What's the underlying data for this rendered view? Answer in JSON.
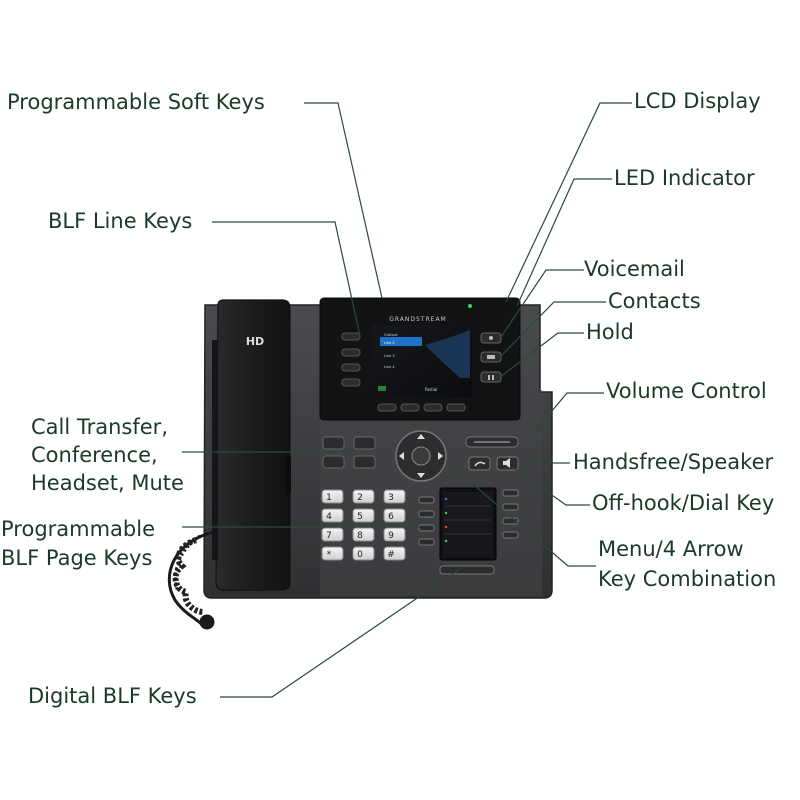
{
  "colors": {
    "label_text": "#1a3a26",
    "leader_line": "#2b4a36",
    "phone_body": "#3a3b3d",
    "handset": "#1f2022",
    "screen_bg": "#0f1012",
    "screen_accent": "#1f72c8"
  },
  "phone": {
    "brand": "GRANDSTREAM",
    "handset_badge": "HD",
    "keypad_keys": [
      "1",
      "2",
      "3",
      "4",
      "5",
      "6",
      "7",
      "8",
      "9",
      "*",
      "0",
      "#"
    ],
    "lcd_lines": [
      "Outlook",
      "Line 2",
      "Line 3",
      "Line 4"
    ],
    "lcd_softkeys": [
      "Redial"
    ]
  },
  "callouts": {
    "programmable_soft_keys": {
      "lines": [
        "Programmable Soft Keys"
      ]
    },
    "blf_line_keys": {
      "lines": [
        "BLF Line Keys"
      ]
    },
    "call_transfer": {
      "lines": [
        "Call Transfer,",
        "Conference,",
        "Headset, Mute"
      ]
    },
    "programmable_blf_page_keys": {
      "lines": [
        "Programmable",
        "BLF Page Keys"
      ]
    },
    "digital_blf_keys": {
      "lines": [
        "Digital BLF Keys"
      ]
    },
    "lcd_display": {
      "lines": [
        "LCD Display"
      ]
    },
    "led_indicator": {
      "lines": [
        "LED Indicator"
      ]
    },
    "voicemail": {
      "lines": [
        "Voicemail"
      ]
    },
    "contacts": {
      "lines": [
        "Contacts"
      ]
    },
    "hold": {
      "lines": [
        "Hold"
      ]
    },
    "volume_control": {
      "lines": [
        "Volume Control"
      ]
    },
    "handsfree_speaker": {
      "lines": [
        "Handsfree/Speaker"
      ]
    },
    "off_hook_dial_key": {
      "lines": [
        "Off-hook/Dial Key"
      ]
    },
    "menu_arrow_keys": {
      "lines": [
        "Menu/4 Arrow",
        "Key Combination"
      ]
    }
  }
}
